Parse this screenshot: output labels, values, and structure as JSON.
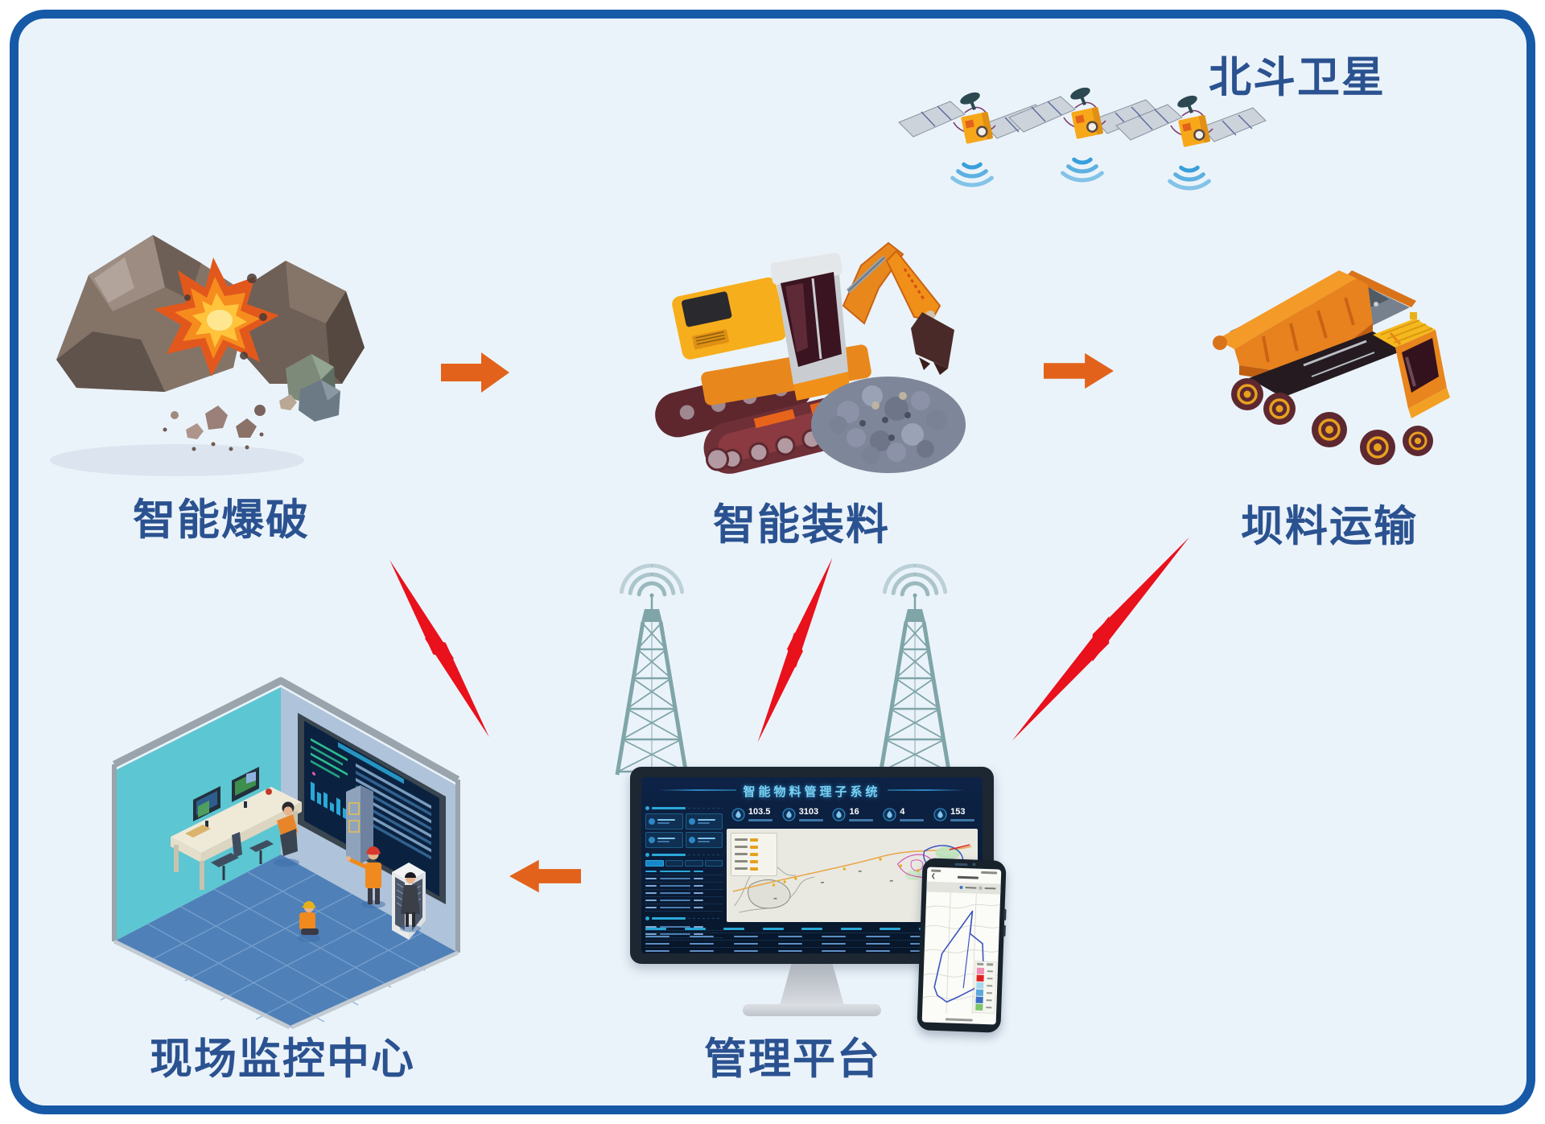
{
  "frame": {
    "background": "#EBF3FA",
    "border_color": "#1659A7"
  },
  "labels": {
    "satellites": "北斗卫星",
    "blasting": "智能爆破",
    "loading": "智能装料",
    "transport": "坝料运输",
    "monitoring_center": "现场监控中心",
    "platform": "管理平台"
  },
  "colors": {
    "label_text": "#2B5290",
    "arrow_orange": "#E2621B",
    "lightning_red": "#E8111C",
    "tower_teal": "#7FA5A8",
    "satellite_wave_blue": "#2E9AD8"
  },
  "dashboard": {
    "title": "智能物料管理子系统",
    "stats": [
      {
        "value": "103.5"
      },
      {
        "value": "3103"
      },
      {
        "value": "16"
      },
      {
        "value": "4"
      },
      {
        "value": "153"
      }
    ]
  }
}
